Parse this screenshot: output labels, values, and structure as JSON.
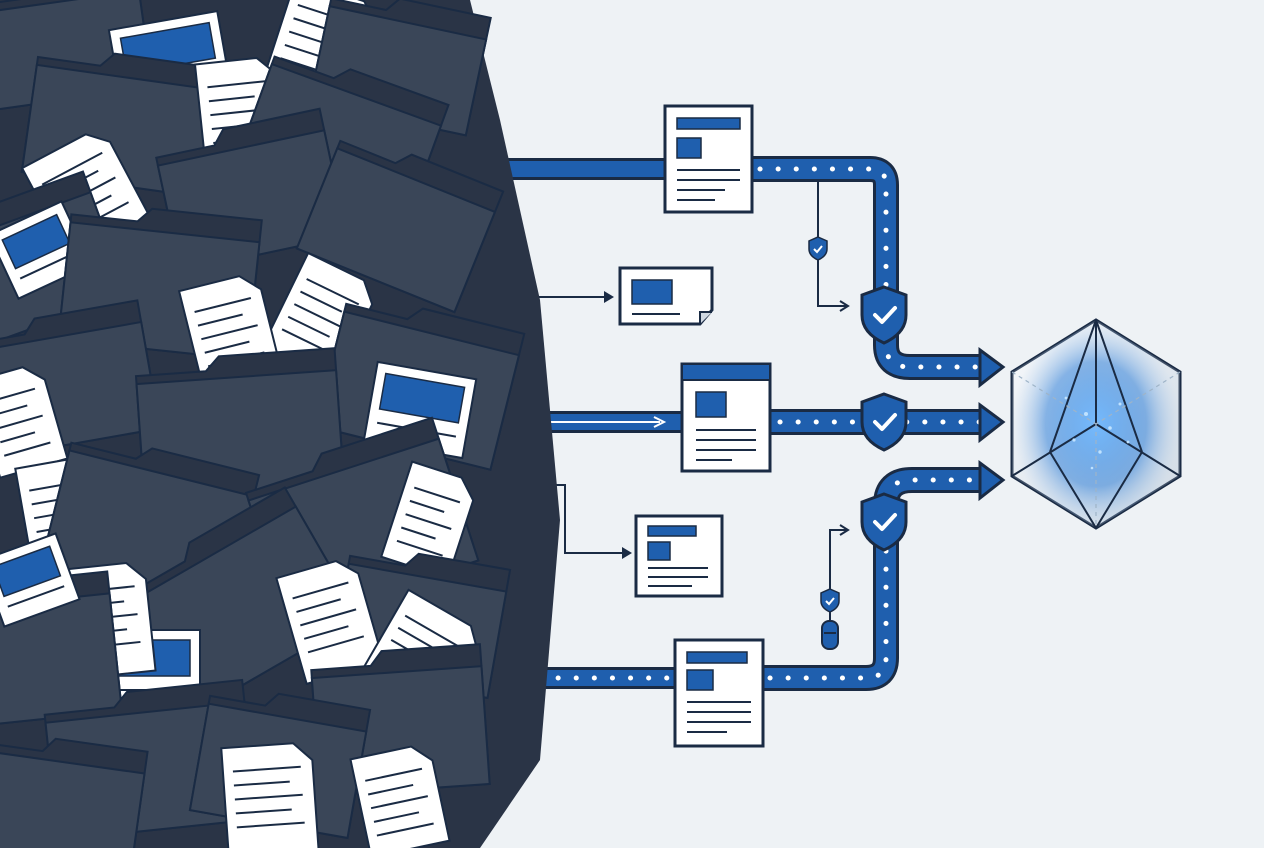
{
  "diagram": {
    "kind": "flow",
    "colors": {
      "background": "#eef2f5",
      "ink": "#1a2b44",
      "folder_dark": "#3a4658",
      "folder_darker": "#2a3446",
      "paper": "#ffffff",
      "accent_blue": "#1f5fae",
      "dot": "#ffffff",
      "crystal_glow": "#4da3ff"
    },
    "nodes": [
      {
        "id": "pile",
        "icon": "document-folder-pile-icon"
      },
      {
        "id": "doc-1",
        "icon": "document-icon"
      },
      {
        "id": "card-2",
        "icon": "image-card-icon"
      },
      {
        "id": "doc-3",
        "icon": "document-icon"
      },
      {
        "id": "doc-4",
        "icon": "document-icon"
      },
      {
        "id": "doc-5",
        "icon": "document-icon"
      },
      {
        "id": "shield-a",
        "icon": "shield-check-icon"
      },
      {
        "id": "shield-b",
        "icon": "shield-check-icon"
      },
      {
        "id": "shield-c",
        "icon": "shield-check-icon"
      },
      {
        "id": "shield-small-1",
        "icon": "shield-check-icon"
      },
      {
        "id": "shield-small-2",
        "icon": "shield-check-icon"
      },
      {
        "id": "lock",
        "icon": "padlock-icon"
      },
      {
        "id": "target",
        "icon": "crystal-cube-icon"
      }
    ],
    "edges": [
      {
        "from": "pile",
        "to": "doc-1",
        "style": "blue-pipe"
      },
      {
        "from": "doc-1",
        "to": "target",
        "style": "dotted-pipe"
      },
      {
        "from": "pile",
        "to": "card-2",
        "style": "thin-arrow"
      },
      {
        "from": "pile",
        "to": "doc-3",
        "style": "blue-pipe"
      },
      {
        "from": "doc-3",
        "to": "target",
        "style": "dotted-pipe"
      },
      {
        "from": "pile",
        "to": "doc-4",
        "style": "thin-arrow"
      },
      {
        "from": "pile",
        "to": "doc-5",
        "style": "blue-pipe"
      },
      {
        "from": "doc-5",
        "to": "target",
        "style": "dotted-pipe"
      }
    ]
  }
}
